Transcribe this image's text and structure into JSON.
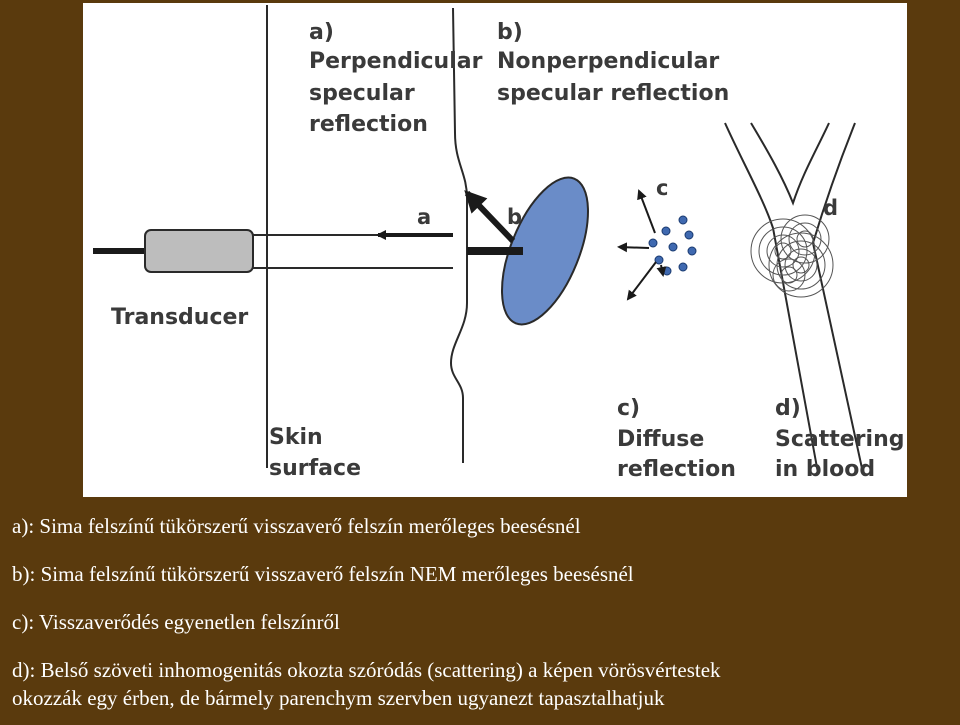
{
  "figure": {
    "label_a_heading": "a)",
    "label_a_line1": "Perpendicular",
    "label_a_line2": "specular",
    "label_a_line3": "reflection",
    "label_b_heading": "b)",
    "label_b_line1": "Nonperpendicular",
    "label_b_line2": "specular reflection",
    "label_c_heading": "c)",
    "label_c_line1": "Diffuse",
    "label_c_line2": "reflection",
    "label_d_heading": "d)",
    "label_d_line1": "Scattering",
    "label_d_line2": "in blood",
    "transducer": "Transducer",
    "skin_line1": "Skin",
    "skin_line2": "surface",
    "arrow_a": "a",
    "arrow_b": "b",
    "arrow_c": "c",
    "arrow_d": "d",
    "colors": {
      "ellipse": "#6a8cc8",
      "transducer_tip": "#bdbdbd",
      "ink": "#1a1a1a"
    }
  },
  "captions": {
    "a": "a): Sima felszínű tükörszerű visszaverő felszín merőleges beesésnél",
    "b": "b): Sima felszínű tükörszerű visszaverő felszín NEM merőleges beesésnél",
    "c": "c): Visszaverődés egyenetlen felszínről",
    "d_line1": "d): Belső szöveti inhomogenitás okozta szóródás (scattering) a képen vörösvértestek",
    "d_line2": "okozzák egy érben, de bármely parenchym szervben ugyanezt tapasztalhatjuk"
  }
}
